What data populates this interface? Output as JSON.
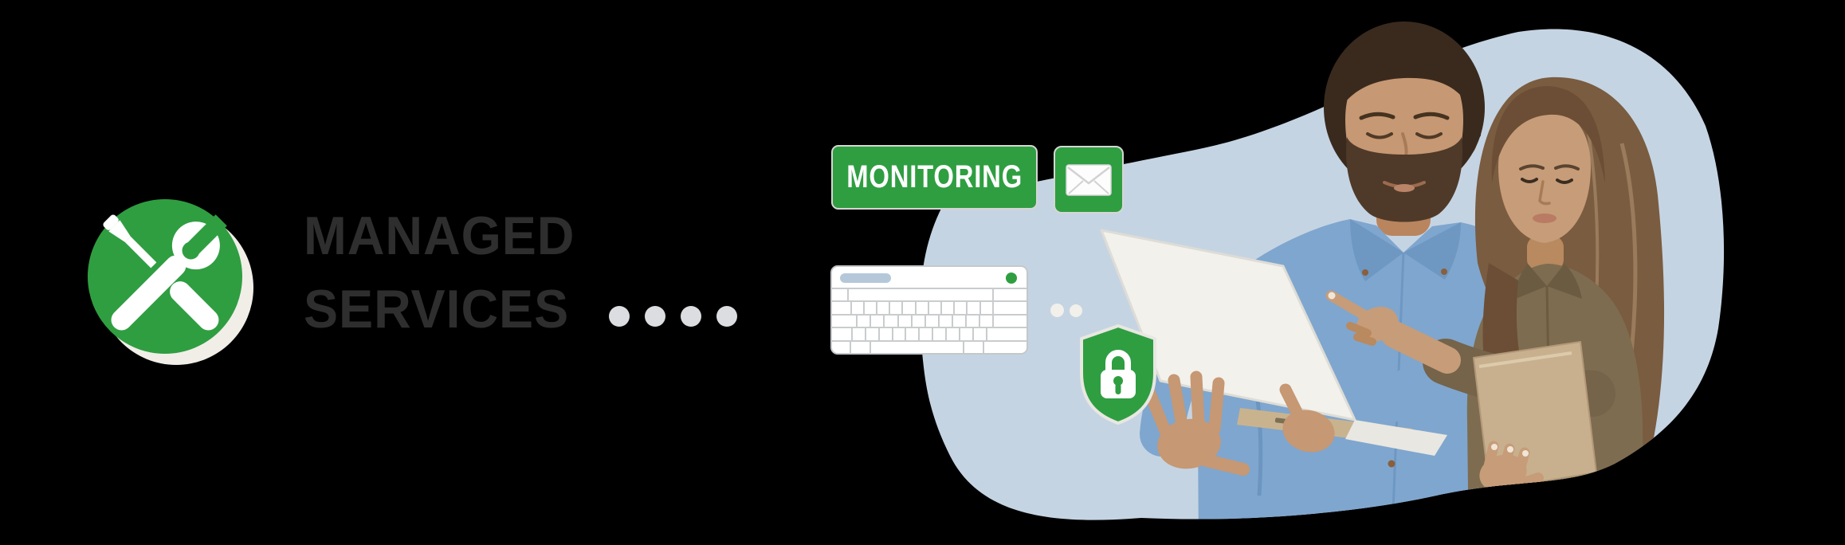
{
  "hero": {
    "title_line1": "MANAGED",
    "title_line2": "SERVICES",
    "title_color": "#2E2E2E"
  },
  "badges": {
    "monitoring": {
      "label": "MONITORING",
      "background": "#2F9E41",
      "text_color": "#FFFFFF"
    },
    "mail": {
      "icon": "mail-envelope-icon",
      "background": "#2F9E41"
    }
  },
  "icons": {
    "tools_icon": "crossed wrench and screwdriver in green circle",
    "mail_icon": "envelope",
    "shield_lock_icon": "shield with padlock",
    "keyboard_illustration": "white keyboard with green status dot"
  },
  "illustration": {
    "blob_color": "#C5D4E3",
    "accent_green": "#2F9E41",
    "photo_description": "man in blue shirt holding white laptop while woman in khaki shirt holds tablet and points at the laptop"
  },
  "decor": {
    "title_dots": {
      "count": 4,
      "color": "#DBDDE0"
    },
    "connector_dots": {
      "count": 2,
      "color": "#F2F0EA"
    }
  }
}
